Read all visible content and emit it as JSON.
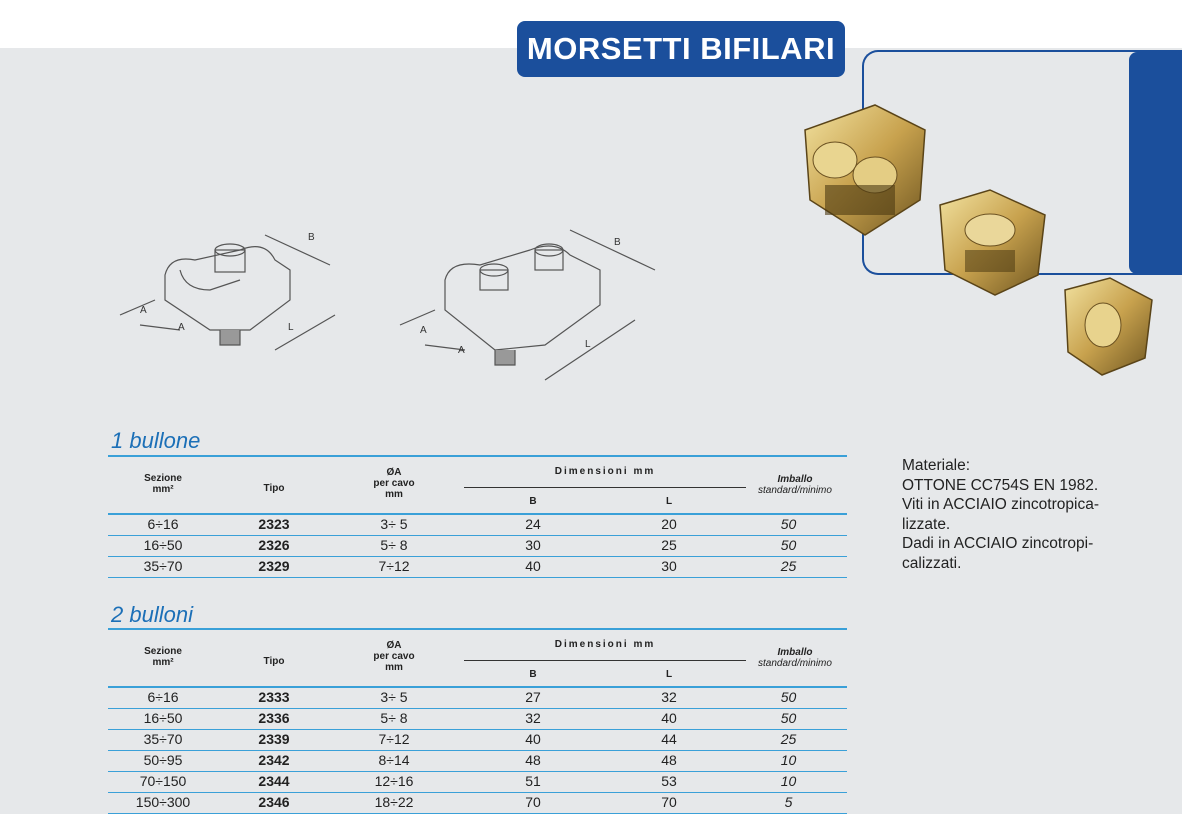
{
  "header": {
    "title": "MORSETTI BIFILARI"
  },
  "drawings": {
    "labels": {
      "A": "A",
      "B": "B",
      "L": "L"
    }
  },
  "icons": [
    "terminal-photo",
    "clamp-drawing-1",
    "clamp-drawing-2"
  ],
  "colors": {
    "brand_blue": "#1b4f9c",
    "rule_blue": "#3aa0d8",
    "section_title": "#1b6fb7"
  },
  "columns": {
    "sezione": "Sezione",
    "mm2": "mm²",
    "tipo": "Tipo",
    "oa": "ØA",
    "per_cavo": "per cavo",
    "mm": "mm",
    "dimensioni": "Dimensioni mm",
    "b": "B",
    "l": "L",
    "imballo": "Imballo",
    "standard": "standard/minimo"
  },
  "table1": {
    "title": "1 bullone",
    "rows": [
      [
        "6÷16",
        "2323",
        "3÷ 5",
        "24",
        "20",
        "50"
      ],
      [
        "16÷50",
        "2326",
        "5÷ 8",
        "30",
        "25",
        "50"
      ],
      [
        "35÷70",
        "2329",
        "7÷12",
        "40",
        "30",
        "25"
      ]
    ]
  },
  "table2": {
    "title": "2 bulloni",
    "rows": [
      [
        "6÷16",
        "2333",
        "3÷ 5",
        "27",
        "32",
        "50"
      ],
      [
        "16÷50",
        "2336",
        "5÷ 8",
        "32",
        "40",
        "50"
      ],
      [
        "35÷70",
        "2339",
        "7÷12",
        "40",
        "44",
        "25"
      ],
      [
        "50÷95",
        "2342",
        "8÷14",
        "48",
        "48",
        "10"
      ],
      [
        "70÷150",
        "2344",
        "12÷16",
        "51",
        "53",
        "10"
      ],
      [
        "150÷300",
        "2346",
        "18÷22",
        "70",
        "70",
        "5"
      ]
    ]
  },
  "material": {
    "lines": [
      "Materiale:",
      "OTTONE CC754S  EN 1982.",
      "Viti in ACCIAIO zincotropica-",
      "lizzate.",
      "Dadi in ACCIAIO zincotropi-",
      "calizzati."
    ]
  }
}
